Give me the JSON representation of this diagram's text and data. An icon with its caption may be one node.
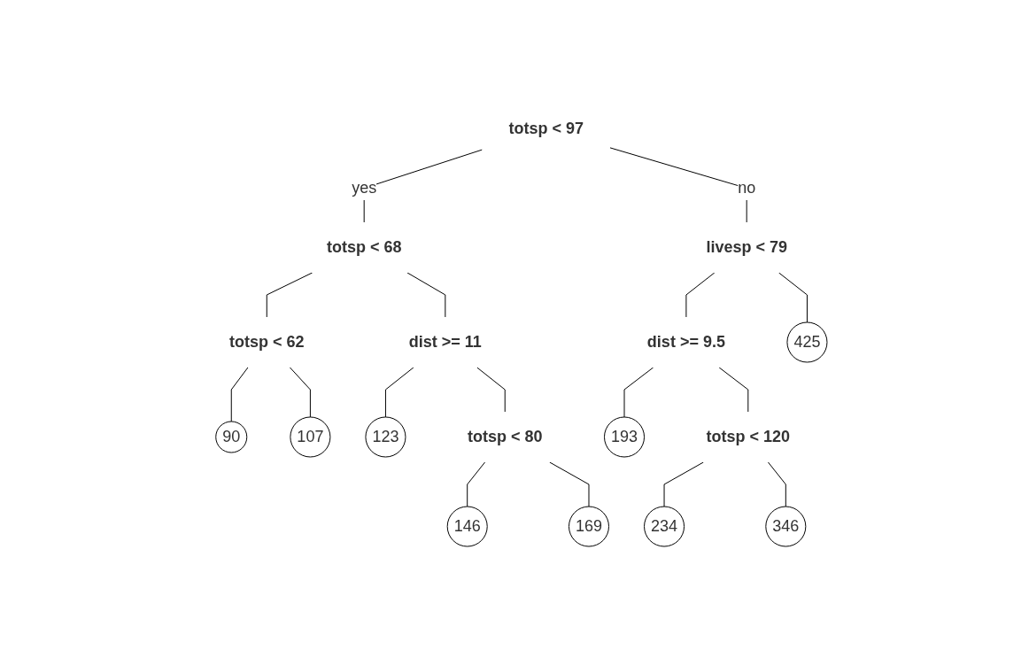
{
  "diagram": {
    "nodes": [
      {
        "text": [
          "totsp < 97"
        ]
      },
      {
        "text": [
          "totsp < 68"
        ]
      },
      {
        "text": [
          "totsp < 62"
        ]
      },
      {
        "text": [
          "90"
        ]
      },
      {
        "text": [
          "107"
        ]
      },
      {
        "text": [
          "dist >= 11"
        ]
      },
      {
        "text": [
          "123"
        ]
      },
      {
        "text": [
          "totsp < 80"
        ]
      },
      {
        "text": [
          "146"
        ]
      },
      {
        "text": [
          "169"
        ]
      },
      {
        "text": [
          "livesp < 79"
        ]
      },
      {
        "text": [
          "dist >= 9.5"
        ]
      },
      {
        "text": [
          "193"
        ]
      },
      {
        "text": [
          "totsp < 120"
        ]
      },
      {
        "text": [
          "234"
        ]
      },
      {
        "text": [
          "346"
        ]
      },
      {
        "text": [
          "425"
        ]
      }
    ],
    "edges": [
      {
        "from": 0,
        "to": 1,
        "arrow": "none",
        "label": "yes"
      },
      {
        "from": 1,
        "to": 2,
        "arrow": "none"
      },
      {
        "from": 2,
        "to": 3,
        "arrow": "none"
      },
      {
        "from": 2,
        "to": 4,
        "arrow": "none"
      },
      {
        "from": 1,
        "to": 5,
        "arrow": "none"
      },
      {
        "from": 5,
        "to": 6,
        "arrow": "none"
      },
      {
        "from": 5,
        "to": 7,
        "arrow": "none"
      },
      {
        "from": 7,
        "to": 8,
        "arrow": "none"
      },
      {
        "from": 7,
        "to": 9,
        "arrow": "none"
      },
      {
        "from": 0,
        "to": 10,
        "arrow": "none",
        "label": "no"
      },
      {
        "from": 10,
        "to": 11,
        "arrow": "none"
      },
      {
        "from": 11,
        "to": 12,
        "arrow": "none"
      },
      {
        "from": 11,
        "to": 13,
        "arrow": "none"
      },
      {
        "from": 13,
        "to": 14,
        "arrow": "none"
      },
      {
        "from": 13,
        "to": 15,
        "arrow": "none"
      },
      {
        "from": 10,
        "to": 16,
        "arrow": "none"
      }
    ]
  }
}
